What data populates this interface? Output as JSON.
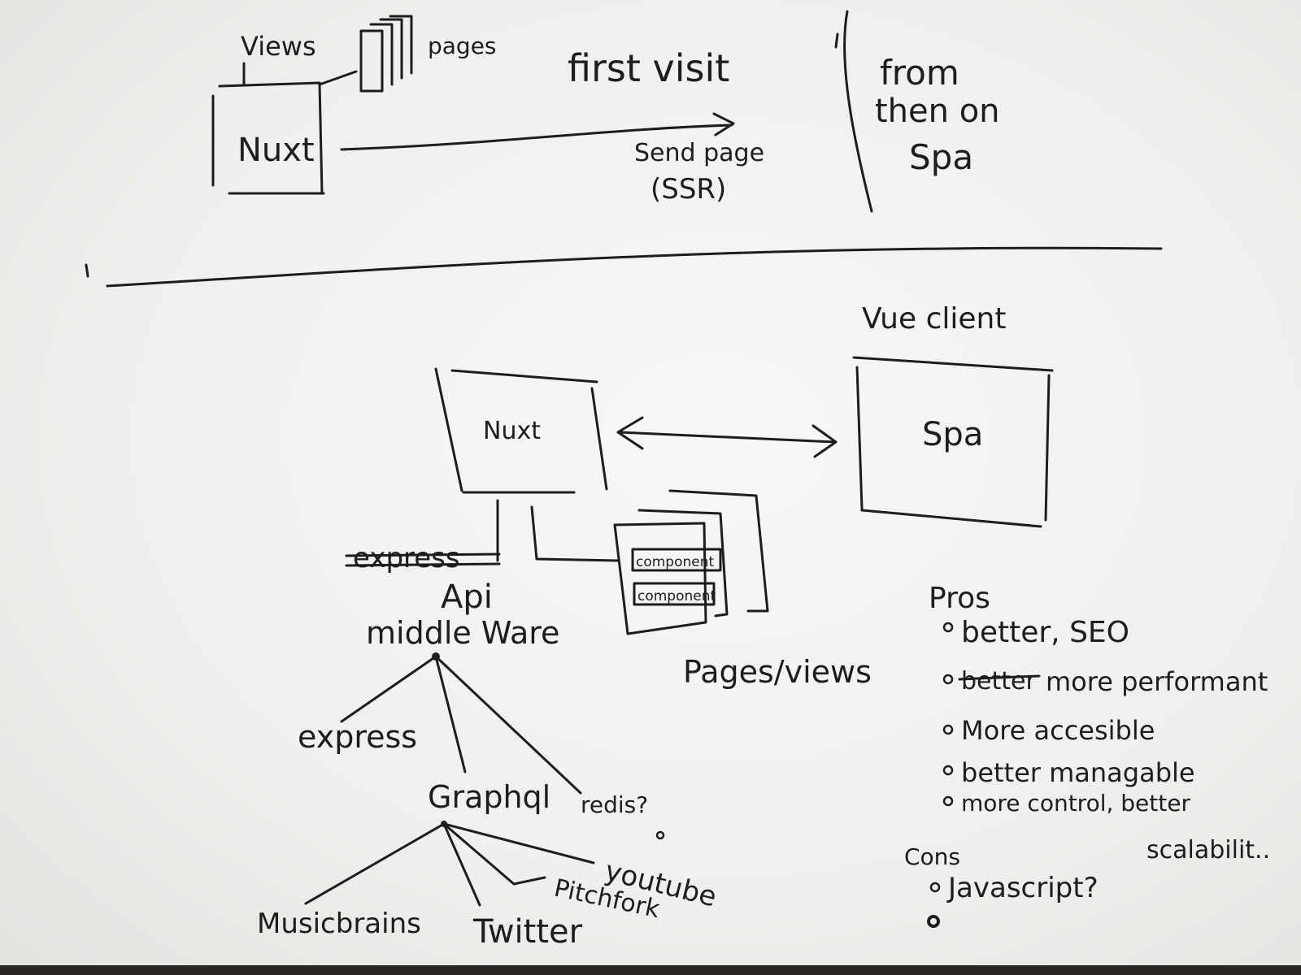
{
  "top": {
    "views_label": "Views",
    "pages_label": "pages",
    "nuxt_label": "Nuxt",
    "first_visit_label": "first visit",
    "send_page_label": "Send page",
    "ssr_label": "(SSR)",
    "from_then_on_line1": "from",
    "from_then_on_line2": "then on",
    "spa_label": "Spa"
  },
  "bottom": {
    "vue_client_label": "Vue client",
    "nuxt_label": "Nuxt",
    "spa_label": "Spa",
    "express_struck_label": "express",
    "api_label": "Api",
    "middleware_label": "middle Ware",
    "component_label_1": "component",
    "component_label_2": "component",
    "pages_views_label": "Pages/views",
    "tree": {
      "express_label": "express",
      "graphql_label": "Graphql",
      "redis_label": "redis?",
      "musicbrains_label": "Musicbrains",
      "twitter_label": "Twitter",
      "pitchfork_label": "Pitchfork",
      "youtube_label": "youtube"
    }
  },
  "pros": {
    "heading": "Pros",
    "items": [
      "better, SEO",
      "more performant",
      "More accesible",
      "better managable",
      "more control, better"
    ],
    "struck_word": "better",
    "continuation": "scalabilit.."
  },
  "cons": {
    "heading": "Cons",
    "items": [
      "Javascript?"
    ]
  }
}
